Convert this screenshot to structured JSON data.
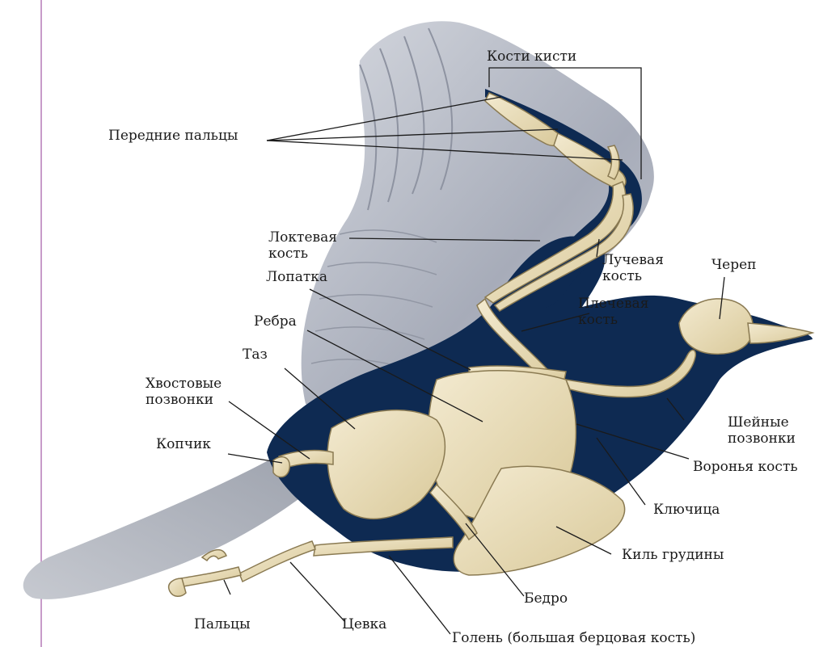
{
  "labels": {
    "hand_bones": "Кости кисти",
    "front_digits": "Передние пальцы",
    "ulna": [
      "Локтевая",
      "кость"
    ],
    "radius": [
      "Лучевая",
      "кость"
    ],
    "scapula": "Лопатка",
    "skull": "Череп",
    "humerus": [
      "Плечевая",
      "кость"
    ],
    "ribs": "Ребра",
    "pelvis": "Таз",
    "tail_vertebrae": [
      "Хвостовые",
      "позвонки"
    ],
    "neck_vertebrae": [
      "Шейные",
      "позвонки"
    ],
    "pygostyle": "Копчик",
    "coracoid": "Воронья кость",
    "clavicle": "Ключица",
    "keel": "Киль грудины",
    "femur": "Бедро",
    "toes": "Пальцы",
    "tarsus": "Цевка",
    "tibia": "Голень (большая берцовая кость)"
  },
  "colors": {
    "body_blue": "#0e2a52",
    "wing_gray": "#b4b8c4",
    "bone": "#e9ddb6",
    "margin_rule": "#c79bc9"
  }
}
